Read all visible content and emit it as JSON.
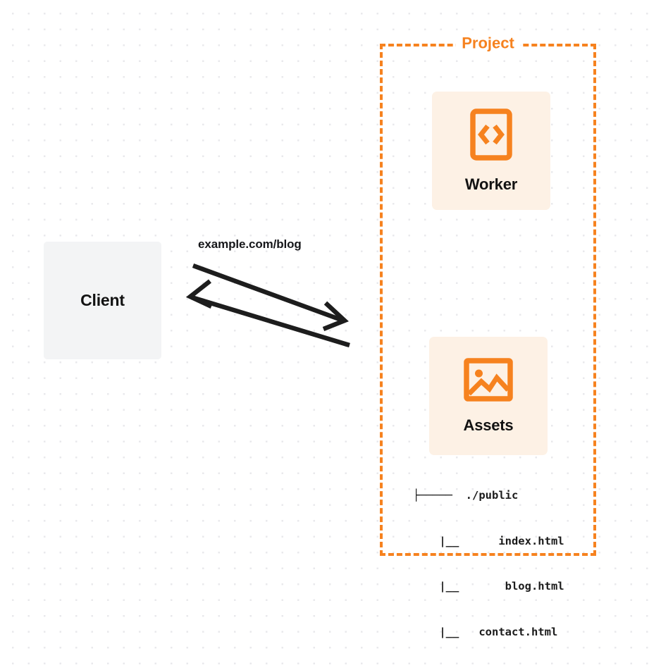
{
  "diagram": {
    "title_visible": false,
    "background": {
      "style": "dot-grid",
      "dot_color": "#e9e9ec",
      "page_color": "#ffffff"
    },
    "colors": {
      "accent_orange": "#f6821f",
      "card_fill": "#fdf1e5",
      "client_fill": "#f3f4f5",
      "text_dark": "#121212"
    }
  },
  "client": {
    "label": "Client"
  },
  "connector": {
    "label": "example.com/blog",
    "request_direction": "client-to-project",
    "response_direction": "project-to-client"
  },
  "project": {
    "title": "Project",
    "border_style": "dashed",
    "nodes": [
      {
        "id": "worker",
        "label": "Worker",
        "icon": "code-brackets-icon"
      },
      {
        "id": "assets",
        "label": "Assets",
        "icon": "image-icon"
      }
    ]
  },
  "file_tree": {
    "lines": [
      "├─────  ./public",
      "    |__      index.html",
      "    |__       blog.html",
      "    |__   contact.html"
    ],
    "root": "./public",
    "files": [
      "index.html",
      "blog.html",
      "contact.html"
    ]
  }
}
